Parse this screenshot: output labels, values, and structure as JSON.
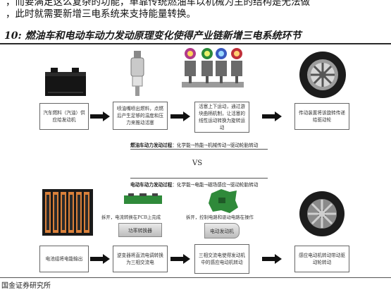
{
  "intro": {
    "line1": "，而要满足这么复杂的功能，单靠传统燃油车以机械为主的结构是无法做",
    "line2": "，此时就需要新增三电系统来支持能量转换。"
  },
  "figure_title": "10: 燃油车和电动车动力发动原理变化使得产业链新增三电系统环节",
  "fuel_car": {
    "boxes": [
      "汽车燃料（汽油）供应给发动机",
      "喷油嘴喷出燃料，点燃后产生足够的温度和压力来推动活塞",
      "活塞上下运动，通过游块曲柄机制，让活塞的线性运动转换为旋转运动",
      "传动装置将该旋转传递给驱动轮"
    ],
    "process_label": "燃油车动力发动过程",
    "process_text": "：化学能→热能→机械传动→驱动轮胎转动"
  },
  "vs_label": "VS",
  "ev": {
    "process_label": "电动车动力发动过程",
    "process_text": "：化学能→电能→磁场感应→驱动轮胎转动",
    "inverter_caption": "拆开，电流转换在PCB上完成",
    "inverter_label": "功率转换器",
    "motor_caption": "拆开，控制电路和驱动电路在操作",
    "motor_label": "电动发动机",
    "boxes": [
      "电池组将电能输出",
      "逆变器将直流电调转换为三相交流电",
      "三相交流电使得发动机中的感应电动机转动",
      "感应电动机转动带动驱动轮转动"
    ]
  },
  "source": "国金证券研究所",
  "colors": {
    "accent": "#1f1f1f",
    "box_border": "#666666",
    "arrow": "#111111"
  }
}
